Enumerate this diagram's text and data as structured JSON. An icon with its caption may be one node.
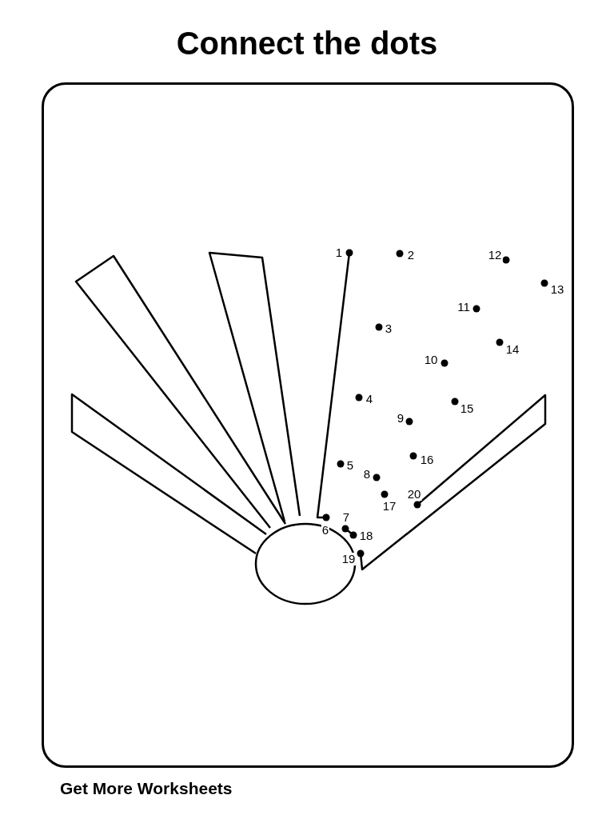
{
  "diagram": {
    "title": "Connect the dots",
    "labels": [
      "1",
      "2",
      "3",
      "4",
      "5",
      "6",
      "7",
      "8",
      "9",
      "10",
      "11",
      "12",
      "13",
      "14",
      "15",
      "16",
      "17",
      "18",
      "19",
      "20",
      "Get More Worksheets"
    ]
  }
}
